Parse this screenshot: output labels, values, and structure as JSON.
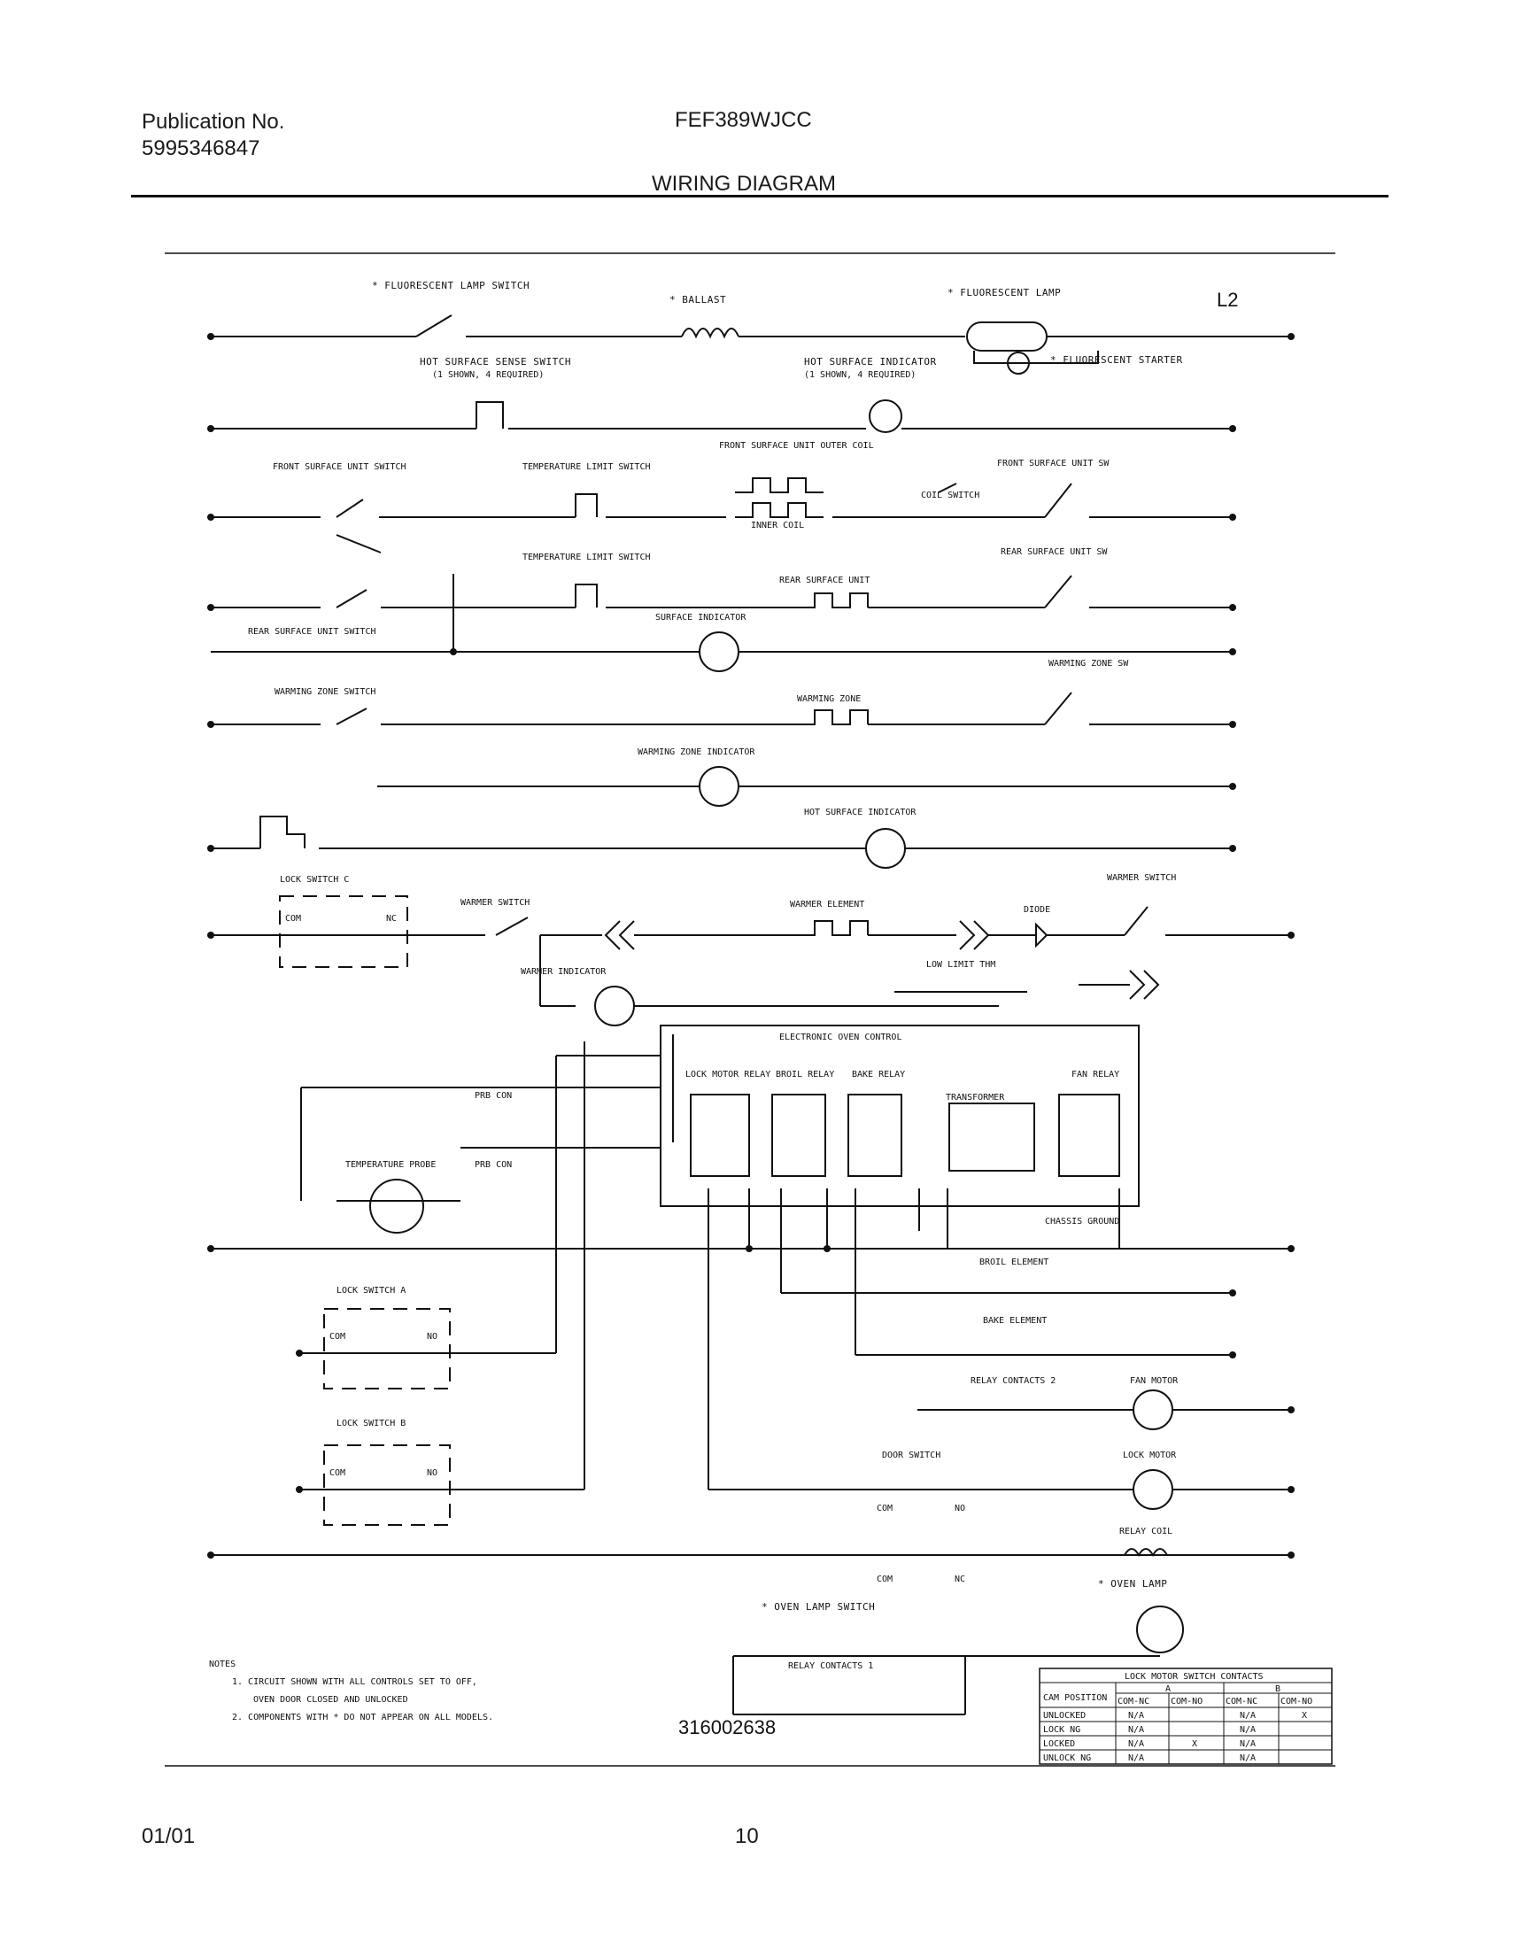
{
  "header": {
    "publication_label": "Publication No.",
    "publication_number": "5995346847",
    "model": "FEF389WJCC",
    "title": "WIRING DIAGRAM"
  },
  "footer": {
    "date": "01/01",
    "page": "10"
  },
  "diagram": {
    "part_number": "316002638",
    "line_label": "L2",
    "components": {
      "fluor_switch": "* FLUORESCENT LAMP SWITCH",
      "ballast": "* BALLAST",
      "fluor_lamp": "* FLUORESCENT LAMP",
      "fluor_starter": "* FLUORESCENT STARTER",
      "hs_sense_switch_1": "HOT SURFACE SENSE SWITCH",
      "hs_sense_switch_2": "(1 SHOWN, 4 REQUIRED)",
      "hs_indicator_top_1": "HOT SURFACE INDICATOR",
      "hs_indicator_top_2": "(1 SHOWN, 4 REQUIRED)",
      "front_unit_switch": "FRONT SURFACE UNIT SWITCH",
      "temp_limit_1": "TEMPERATURE LIMIT SWITCH",
      "front_unit_outer": "FRONT SURFACE UNIT OUTER COIL",
      "inner_coil": "INNER COIL",
      "coil_switch": "COIL SWITCH",
      "front_unit_sw": "FRONT SURFACE UNIT SW",
      "temp_limit_2": "TEMPERATURE LIMIT SWITCH",
      "rear_unit": "REAR SURFACE UNIT",
      "rear_unit_sw": "REAR SURFACE UNIT SW",
      "rear_unit_switch": "REAR SURFACE UNIT SWITCH",
      "surface_indicator": "SURFACE INDICATOR",
      "warming_zone_sw": "WARMING ZONE SW",
      "warming_zone_switch": "WARMING ZONE SWITCH",
      "warming_zone": "WARMING ZONE",
      "warming_zone_indicator": "WARMING ZONE INDICATOR",
      "hot_surface_indicator": "HOT SURFACE INDICATOR",
      "lock_switch_c": "LOCK SWITCH C",
      "warmer_switch_left": "WARMER SWITCH",
      "warmer_element": "WARMER ELEMENT",
      "diode": "DIODE",
      "warmer_switch_right": "WARMER SWITCH",
      "low_limit_thm": "LOW LIMIT THM",
      "warmer_indicator": "WARMER INDICATOR",
      "eoc": "ELECTRONIC OVEN CONTROL",
      "lock_motor_relay": "LOCK MOTOR RELAY",
      "broil_relay": "BROIL RELAY",
      "bake_relay": "BAKE RELAY",
      "transformer": "TRANSFORMER",
      "fan_relay": "FAN RELAY",
      "prb_con_1": "PRB CON",
      "prb_con_2": "PRB CON",
      "temp_probe": "TEMPERATURE PROBE",
      "chassis_ground": "CHASSIS GROUND",
      "broil_element": "BROIL ELEMENT",
      "bake_element": "BAKE ELEMENT",
      "lock_switch_a": "LOCK SWITCH A",
      "lock_switch_b": "LOCK SWITCH B",
      "relay_contacts_2": "RELAY CONTACTS 2",
      "fan_motor": "FAN MOTOR",
      "door_switch": "DOOR SWITCH",
      "lock_motor": "LOCK MOTOR",
      "relay_coil": "RELAY COIL",
      "oven_lamp": "* OVEN LAMP",
      "oven_lamp_switch": "* OVEN LAMP SWITCH",
      "relay_contacts_1": "RELAY CONTACTS 1",
      "com": "COM",
      "nc": "NC",
      "no": "NO"
    },
    "notes": {
      "heading": "NOTES",
      "note_1a": "1. CIRCUIT SHOWN WITH ALL CONTROLS SET TO OFF,",
      "note_1b": "OVEN DOOR CLOSED AND UNLOCKED",
      "note_2": "2. COMPONENTS WITH * DO NOT APPEAR ON ALL MODELS."
    },
    "contact_table": {
      "title": "LOCK MOTOR SWITCH CONTACTS",
      "cam_position": "CAM POSITION",
      "groups": [
        "A",
        "B"
      ],
      "columns": [
        "COM-NC",
        "COM-NO",
        "COM-NC",
        "COM-NO"
      ],
      "rows": [
        {
          "position": "UNLOCKED",
          "cells": [
            "N/A",
            "",
            "N/A",
            "X"
          ]
        },
        {
          "position": "LOCK NG",
          "cells": [
            "N/A",
            "",
            "N/A",
            ""
          ]
        },
        {
          "position": "LOCKED",
          "cells": [
            "N/A",
            "X",
            "N/A",
            ""
          ]
        },
        {
          "position": "UNLOCK NG",
          "cells": [
            "N/A",
            "",
            "N/A",
            ""
          ]
        }
      ]
    }
  }
}
